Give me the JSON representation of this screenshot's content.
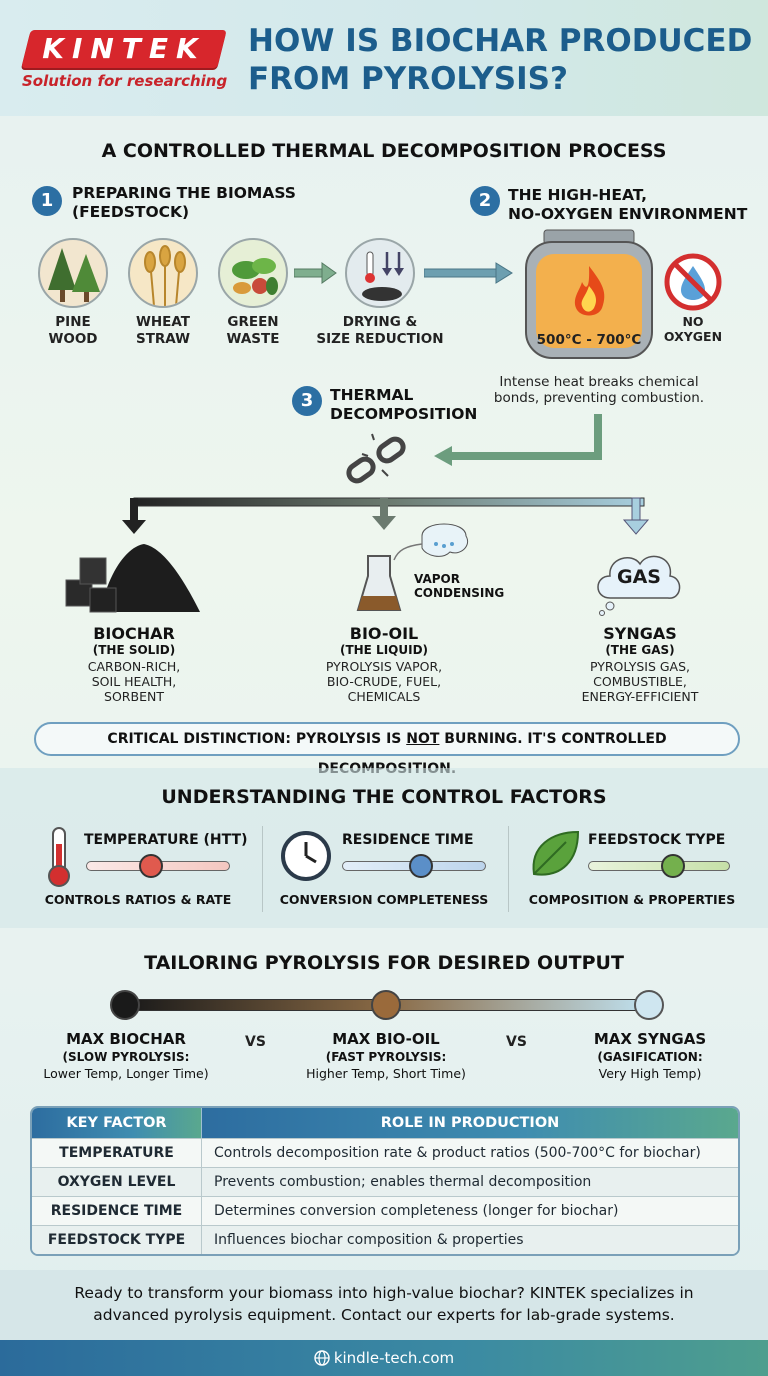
{
  "brand": {
    "name": "KINTEK",
    "tagline": "Solution for researching"
  },
  "title": "HOW IS BIOCHAR PRODUCED FROM PYROLYSIS?",
  "section1": {
    "title": "A CONTROLLED THERMAL DECOMPOSITION PROCESS",
    "step1": {
      "num": "1",
      "title_line1": "PREPARING THE BIOMASS",
      "title_line2": "(FEEDSTOCK)"
    },
    "feedstocks": [
      {
        "line1": "PINE",
        "line2": "WOOD"
      },
      {
        "line1": "WHEAT",
        "line2": "STRAW"
      },
      {
        "line1": "GREEN",
        "line2": "WASTE"
      }
    ],
    "drying": {
      "line1": "DRYING &",
      "line2": "SIZE REDUCTION"
    },
    "step2": {
      "num": "2",
      "title_line1": "THE HIGH-HEAT,",
      "title_line2": "NO-OXYGEN ENVIRONMENT"
    },
    "reactor_temp": "500°C - 700°C",
    "no_oxygen": {
      "line1": "NO",
      "line2": "OXYGEN"
    },
    "heat_note": {
      "line1": "Intense heat breaks chemical",
      "line2": "bonds, preventing combustion."
    },
    "step3": {
      "num": "3",
      "title_line1": "THERMAL",
      "title_line2": "DECOMPOSITION"
    },
    "vapor_label": {
      "line1": "VAPOR",
      "line2": "CONDENSING"
    },
    "gas_cloud_label": "GAS",
    "products": [
      {
        "name": "BIOCHAR",
        "sub": "(THE SOLID)",
        "d1": "CARBON-RICH,",
        "d2": "SOIL HEALTH,",
        "d3": "SORBENT"
      },
      {
        "name": "BIO-OIL",
        "sub": "(THE LIQUID)",
        "d1": "PYROLYSIS VAPOR,",
        "d2": "BIO-CRUDE, FUEL,",
        "d3": "CHEMICALS"
      },
      {
        "name": "SYNGAS",
        "sub": "(THE GAS)",
        "d1": "PYROLYSIS GAS,",
        "d2": "COMBUSTIBLE,",
        "d3": "ENERGY-EFFICIENT"
      }
    ],
    "callout": {
      "pre": "CRITICAL DISTINCTION: PYROLYSIS IS ",
      "emph": "NOT",
      "post": " BURNING. IT'S CONTROLLED DECOMPOSITION."
    }
  },
  "section2": {
    "title": "UNDERSTANDING THE CONTROL FACTORS",
    "factors": [
      {
        "title": "TEMPERATURE (HTT)",
        "desc": "CONTROLS RATIOS & RATE",
        "level": 0.45,
        "color": "#e05a4e"
      },
      {
        "title": "RESIDENCE TIME",
        "desc": "CONVERSION COMPLETENESS",
        "level": 0.55,
        "color": "#5b8fc8"
      },
      {
        "title": "FEEDSTOCK TYPE",
        "desc": "COMPOSITION & PROPERTIES",
        "level": 0.6,
        "color": "#74b04d"
      }
    ]
  },
  "section3": {
    "title": "TAILORING PYROLYSIS FOR DESIRED OUTPUT",
    "outputs": [
      {
        "name": "MAX BIOCHAR",
        "sub": "(SLOW PYROLYSIS:",
        "detail": "Lower Temp, Longer Time)"
      },
      {
        "name": "MAX BIO-OIL",
        "sub": "(FAST PYROLYSIS:",
        "detail": "Higher Temp, Short Time)"
      },
      {
        "name": "MAX SYNGAS",
        "sub": "(GASIFICATION:",
        "detail": "Very High Temp)"
      }
    ],
    "vs": "VS"
  },
  "table": {
    "headers": [
      "KEY FACTOR",
      "ROLE IN PRODUCTION"
    ],
    "rows": [
      {
        "k": "TEMPERATURE",
        "v": "Controls decomposition rate & product ratios (500-700°C for biochar)"
      },
      {
        "k": "OXYGEN LEVEL",
        "v": "Prevents combustion; enables thermal decomposition"
      },
      {
        "k": "RESIDENCE TIME",
        "v": "Determines conversion completeness (longer for biochar)"
      },
      {
        "k": "FEEDSTOCK TYPE",
        "v": "Influences biochar composition & properties"
      }
    ]
  },
  "cta": {
    "line1": "Ready to transform your biomass into high-value biochar? KINTEK specializes in",
    "line2": "advanced pyrolysis equipment. Contact our experts for lab-grade systems."
  },
  "footer": {
    "url": "kindle-tech.com"
  }
}
